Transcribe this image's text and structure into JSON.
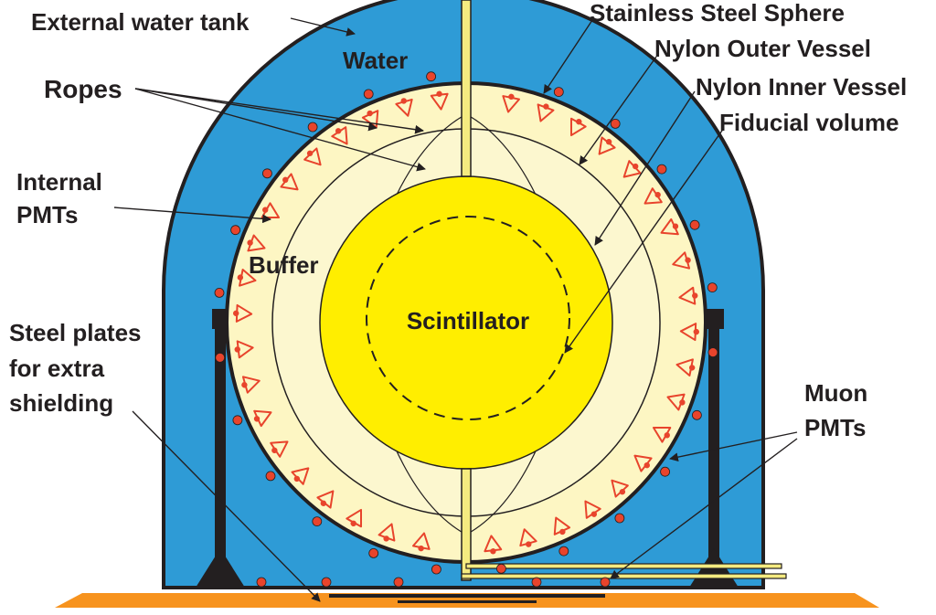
{
  "labels": {
    "external_water_tank": "External water tank",
    "water": "Water",
    "ropes": "Ropes",
    "internal_pmts_line1": "Internal",
    "internal_pmts_line2": "PMTs",
    "buffer": "Buffer",
    "steel_plates_line1": "Steel plates",
    "steel_plates_line2": "for extra",
    "steel_plates_line3": "shielding",
    "stainless_steel_sphere": "Stainless Steel Sphere",
    "nylon_outer_vessel": "Nylon Outer Vessel",
    "nylon_inner_vessel": "Nylon Inner Vessel",
    "fiducial_volume": "Fiducial volume",
    "scintillator": "Scintillator",
    "muon_pmts_line1": "Muon",
    "muon_pmts_line2": "PMTs"
  },
  "colors": {
    "water": "#2e9bd6",
    "sphere_fill": "#fdf6c3",
    "outer_vessel_fill": "#fcf7cf",
    "scintillator": "#ffee00",
    "floor": "#f7931e",
    "pmt": "#e8442c",
    "outline": "#231f20",
    "pipe": "#f5eb80"
  }
}
